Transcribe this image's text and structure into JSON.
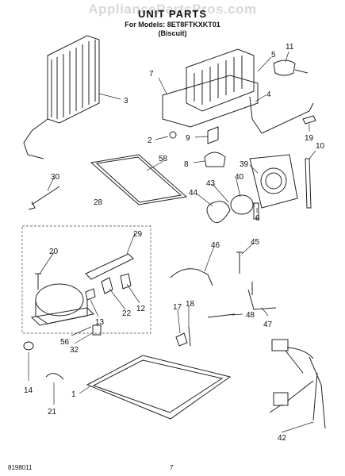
{
  "watermark": "AppliancePartsPros.com",
  "title": "UNIT PARTS",
  "models_line": "For Models: 8ET8FTKXKT01",
  "color_line": "(Biscuit)",
  "footer": {
    "doc_number": "8198011",
    "page": "7"
  },
  "callouts": [
    "1",
    "2",
    "3",
    "4",
    "5",
    "6",
    "7",
    "8",
    "9",
    "10",
    "11",
    "12",
    "13",
    "14",
    "17",
    "18",
    "19",
    "20",
    "21",
    "22",
    "28",
    "29",
    "30",
    "32",
    "39",
    "40",
    "42",
    "43",
    "44",
    "45",
    "46",
    "47",
    "48",
    "56",
    "58"
  ]
}
